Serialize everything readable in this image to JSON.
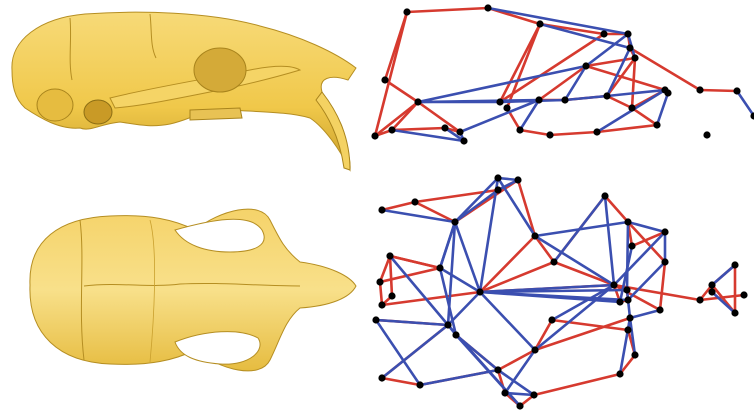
{
  "colors": {
    "bone_fill": "#F2C94C",
    "bone_shade": "#C9A02E",
    "edge_red": "#D63A2F",
    "edge_blue": "#3B4FB0",
    "landmark": "#000000"
  },
  "figure": {
    "panels": [
      {
        "id": "skull-lateral",
        "kind": "skull-render",
        "view": "lateral"
      },
      {
        "id": "skull-dorsal",
        "kind": "skull-render",
        "view": "dorsal"
      },
      {
        "id": "graph-lateral",
        "kind": "landmark-network",
        "view": "lateral"
      },
      {
        "id": "graph-dorsal",
        "kind": "landmark-network",
        "view": "dorsal"
      }
    ]
  }
}
